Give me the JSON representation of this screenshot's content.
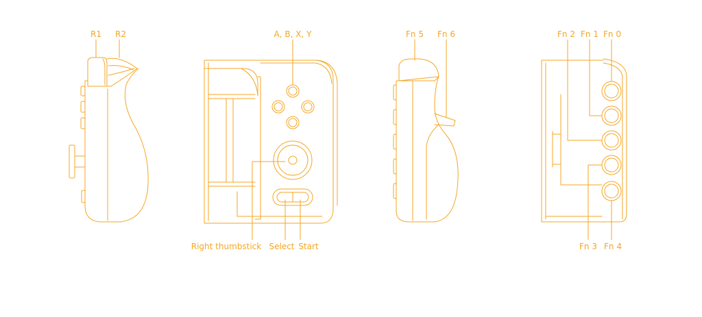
{
  "color": {
    "stroke": "#F5A623"
  },
  "labels": {
    "r1": "R1",
    "r2": "R2",
    "abxy": "A, B, X, Y",
    "right_thumbstick": "Right thumbstick",
    "select": "Select",
    "start": "Start",
    "fn5": "Fn 5",
    "fn6": "Fn 6",
    "fn2": "Fn 2",
    "fn1": "Fn 1",
    "fn0": "Fn 0",
    "fn3": "Fn 3",
    "fn4": "Fn 4"
  }
}
